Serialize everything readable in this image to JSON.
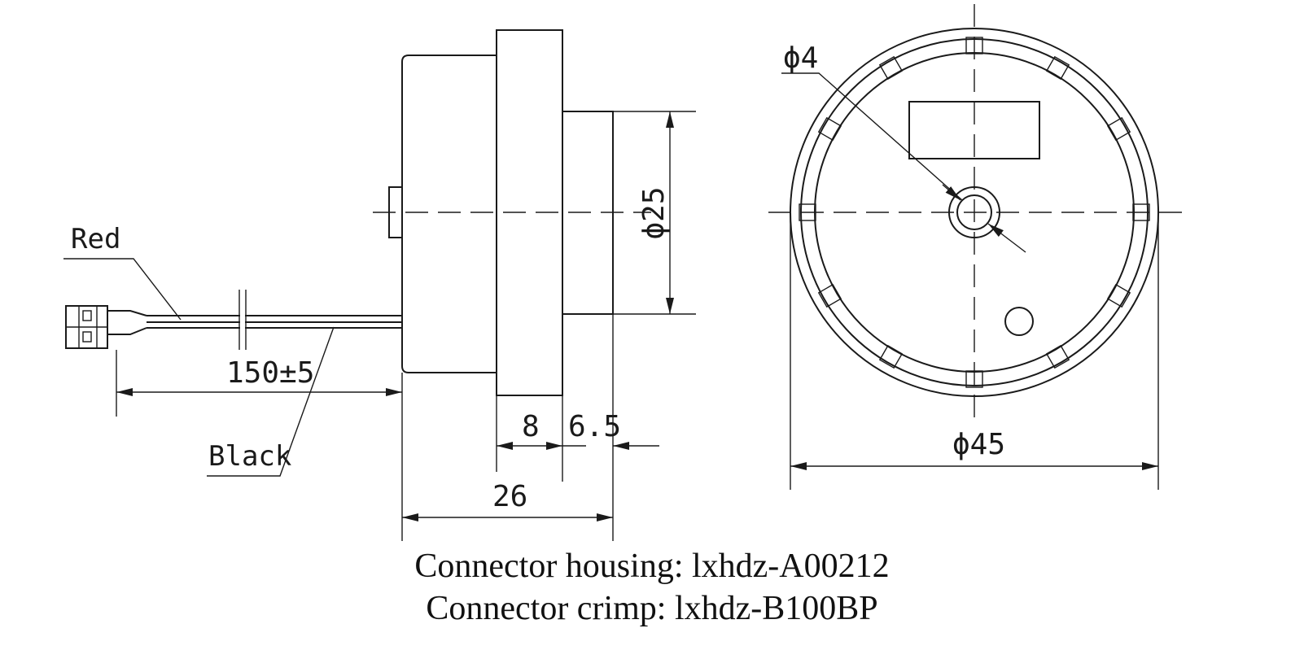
{
  "labels": {
    "red_wire": "Red",
    "black_wire": "Black"
  },
  "dimensions": {
    "cable_length": "150±5",
    "flange_thickness": "8",
    "boss_length": "6.5",
    "overall_length": "26",
    "boss_diameter": "ϕ25",
    "hole_diameter": "ϕ4",
    "outer_diameter": "ϕ45"
  },
  "captions": {
    "housing": "Connector housing: lxhdz-A00212",
    "crimp": "Connector crimp: lxhdz-B100BP"
  }
}
